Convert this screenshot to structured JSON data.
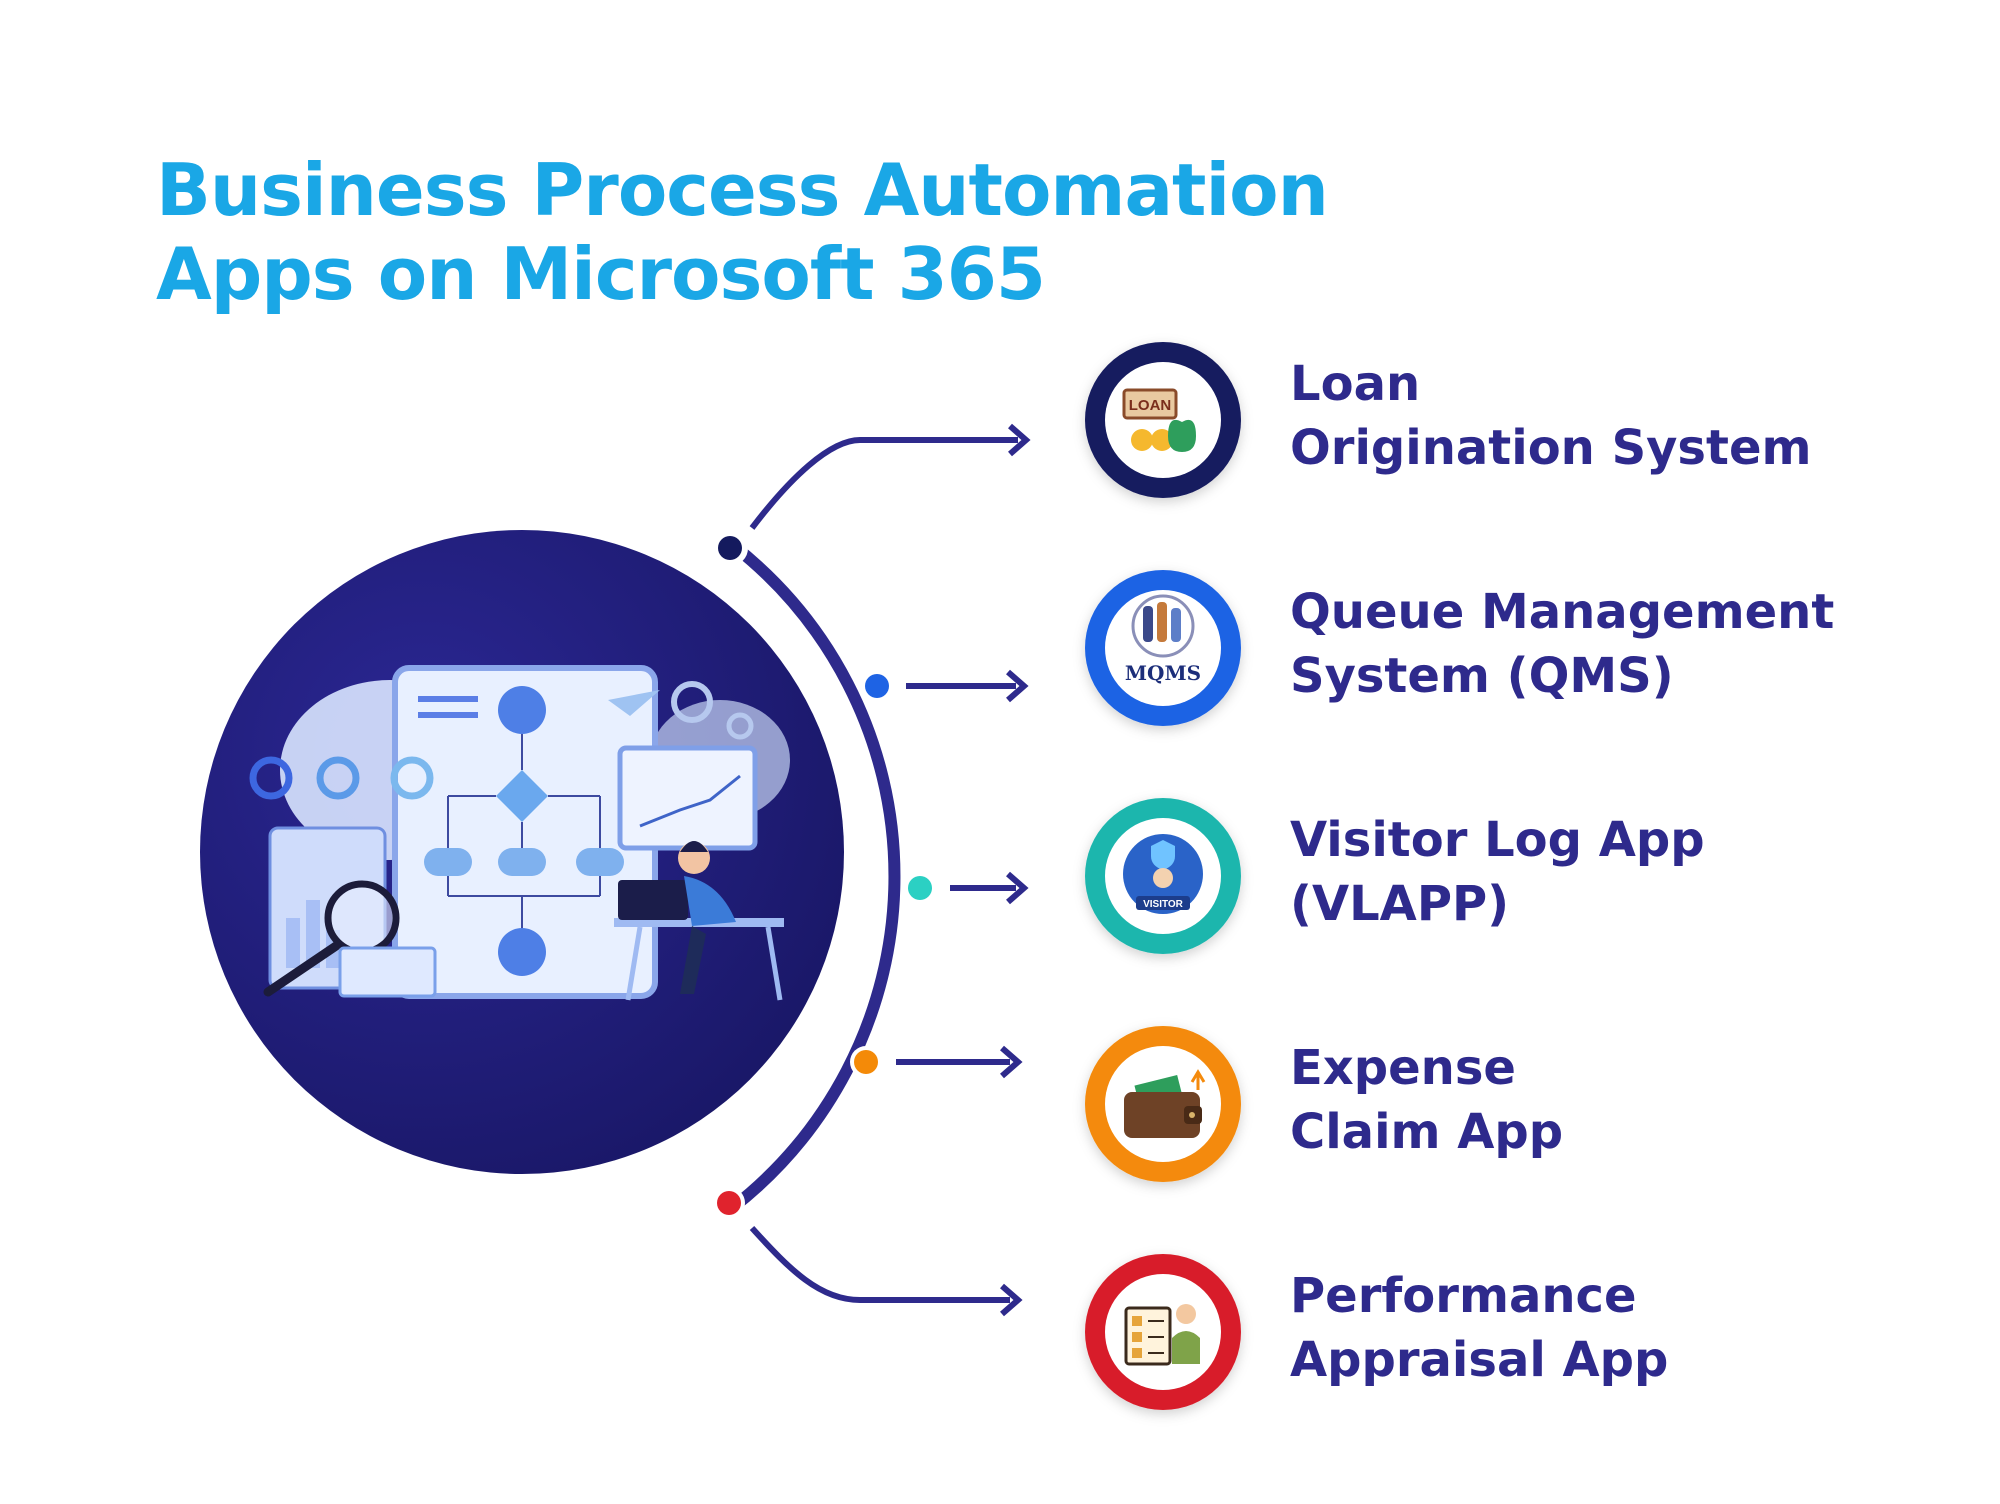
{
  "title": {
    "line1": "Business Process Automation",
    "line2": "Apps on Microsoft 365"
  },
  "hub": {
    "illustration": "business-process-flowchart-illustration",
    "fill_color": "#221f7c"
  },
  "connector": {
    "arc_color": "#2e2a8c",
    "arrow_color": "#2e2a8c"
  },
  "apps": [
    {
      "line1": "Loan",
      "line2": "Origination System",
      "icon": "loan-icon",
      "badge_text": "LOAN",
      "ring_color": "#141a5e",
      "dot_color": "#141a5e"
    },
    {
      "line1": "Queue Management",
      "line2": "System (QMS)",
      "icon": "queue-people-icon",
      "badge_text": "MQMS",
      "ring_color": "#1e63e4",
      "dot_color": "#1e63e4"
    },
    {
      "line1": "Visitor Log App",
      "line2": "(VLAPP)",
      "icon": "visitor-badge-icon",
      "badge_text": "VISITOR",
      "ring_color": "#1fb6ad",
      "dot_color": "#2bd0c3"
    },
    {
      "line1": "Expense",
      "line2": "Claim App",
      "icon": "wallet-icon",
      "badge_text": "",
      "ring_color": "#f48a08",
      "dot_color": "#f48a08"
    },
    {
      "line1": "Performance",
      "line2": "Appraisal App",
      "icon": "appraisal-checklist-icon",
      "badge_text": "",
      "ring_color": "#d81f2b",
      "dot_color": "#e0232d"
    }
  ]
}
